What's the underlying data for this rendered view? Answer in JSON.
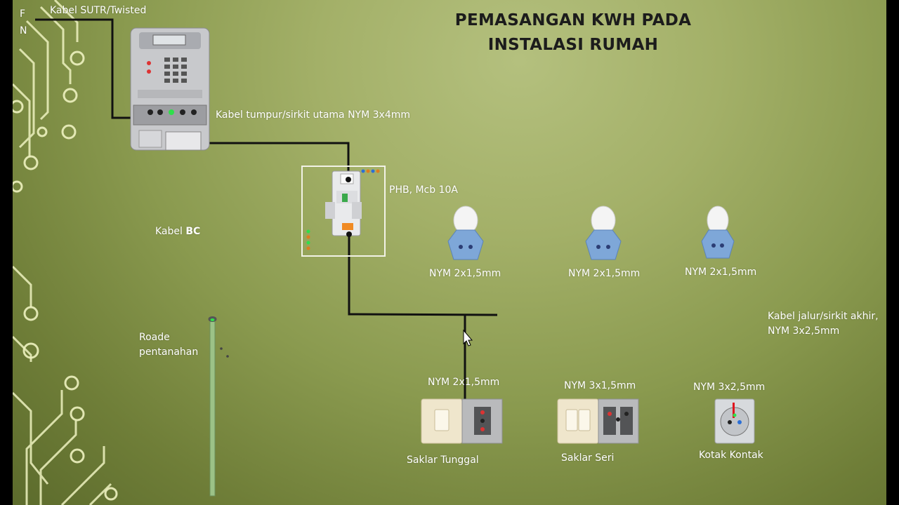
{
  "title": {
    "line1": "PEMASANGAN KWH PADA",
    "line2": "INSTALASI RUMAH"
  },
  "labels": {
    "phase": "F",
    "neutral": "N",
    "sutr_cable": "Kabel SUTR/Twisted",
    "main_cable": "Kabel tumpur/sirkit utama NYM 3x4mm",
    "phb": "PHB, Mcb 10A",
    "bc_cable_prefix": "Kabel ",
    "bc_cable_bold": "BC",
    "grounding_line1": "Roade",
    "grounding_line2": "pentanahan",
    "lamp1_cable": "NYM 2x1,5mm",
    "lamp2_cable": "NYM 2x1,5mm",
    "lamp3_cable": "NYM 2x1,5mm",
    "final_cable_line1": "Kabel jalur/sirkit akhir,",
    "final_cable_line2": "NYM 3x2,5mm",
    "switch_single_cable": "NYM 2x1,5mm",
    "switch_series_cable": "NYM 3x1,5mm",
    "socket_cable": "NYM 3x2,5mm",
    "switch_single": "Saklar Tunggal",
    "switch_series": "Saklar Seri",
    "socket": "Kotak Kontak"
  },
  "colors": {
    "wire": "#111111",
    "live_wire": "#e0141e",
    "circuit_trace": "#f2f5c8",
    "lamp_holder": "#7ea7d8",
    "title_text": "#1c1c1c"
  }
}
